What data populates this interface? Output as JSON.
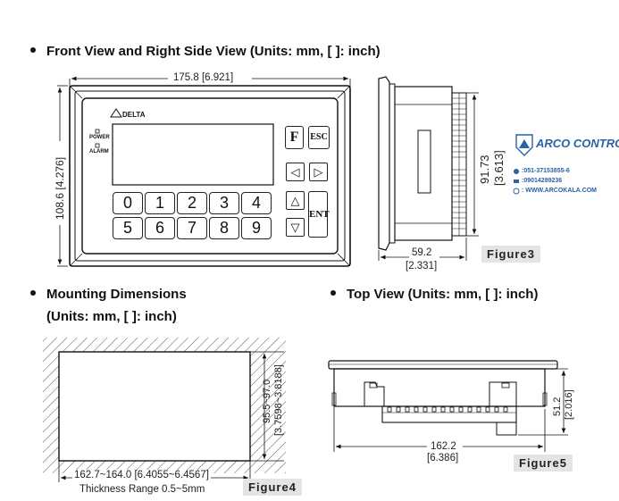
{
  "headings": {
    "front": "Front View and Right Side View (Units: mm, [ ]: inch)",
    "mounting_line1": "Mounting Dimensions",
    "mounting_line2": "(Units: mm, [ ]: inch)",
    "top": "Top View (Units: mm, [ ]: inch)"
  },
  "front_view": {
    "width_dim": "175.8 [6.921]",
    "height_dim": "108.6 [4.276]",
    "brand": "DELTA",
    "power_label": "POWER",
    "alarm_label": "ALARM",
    "keys_row1": [
      "0",
      "1",
      "2",
      "3",
      "4"
    ],
    "keys_row2": [
      "5",
      "6",
      "7",
      "8",
      "9"
    ],
    "f_key": "F",
    "esc_key": "ESC",
    "ent_key": "ENT",
    "arrow_left": "◁",
    "arrow_right": "▷",
    "arrow_up": "△",
    "arrow_down": "▽"
  },
  "side_view": {
    "height_dim_mm": "91.73",
    "height_dim_in": "[3.613]",
    "depth_dim_mm": "59.2",
    "depth_dim_in": "[2.331]"
  },
  "mounting": {
    "width_dim": "162.7~164.0 [6.4055~6.4567]",
    "height_dim_mm": "95.5~97.0",
    "height_dim_in": "[3.7598~3.8188]",
    "thickness": "Thickness Range 0.5~5mm"
  },
  "top_view": {
    "width_mm": "162.2",
    "width_in": "[6.386]",
    "height_mm": "51.2",
    "height_in": "[2.016]"
  },
  "figures": {
    "fig3": "Figure3",
    "fig4": "Figure4",
    "fig5": "Figure5"
  },
  "watermark": {
    "brand": "ARCO CONTROL",
    "phone1": ":051-37153855-6",
    "phone2": ":09014289236",
    "site": ": WWW.ARCOKALA.COM"
  },
  "colors": {
    "ink": "#111111",
    "watermark_blue": "#2a62a8",
    "figure_label_bg": "#e4e4e4"
  }
}
